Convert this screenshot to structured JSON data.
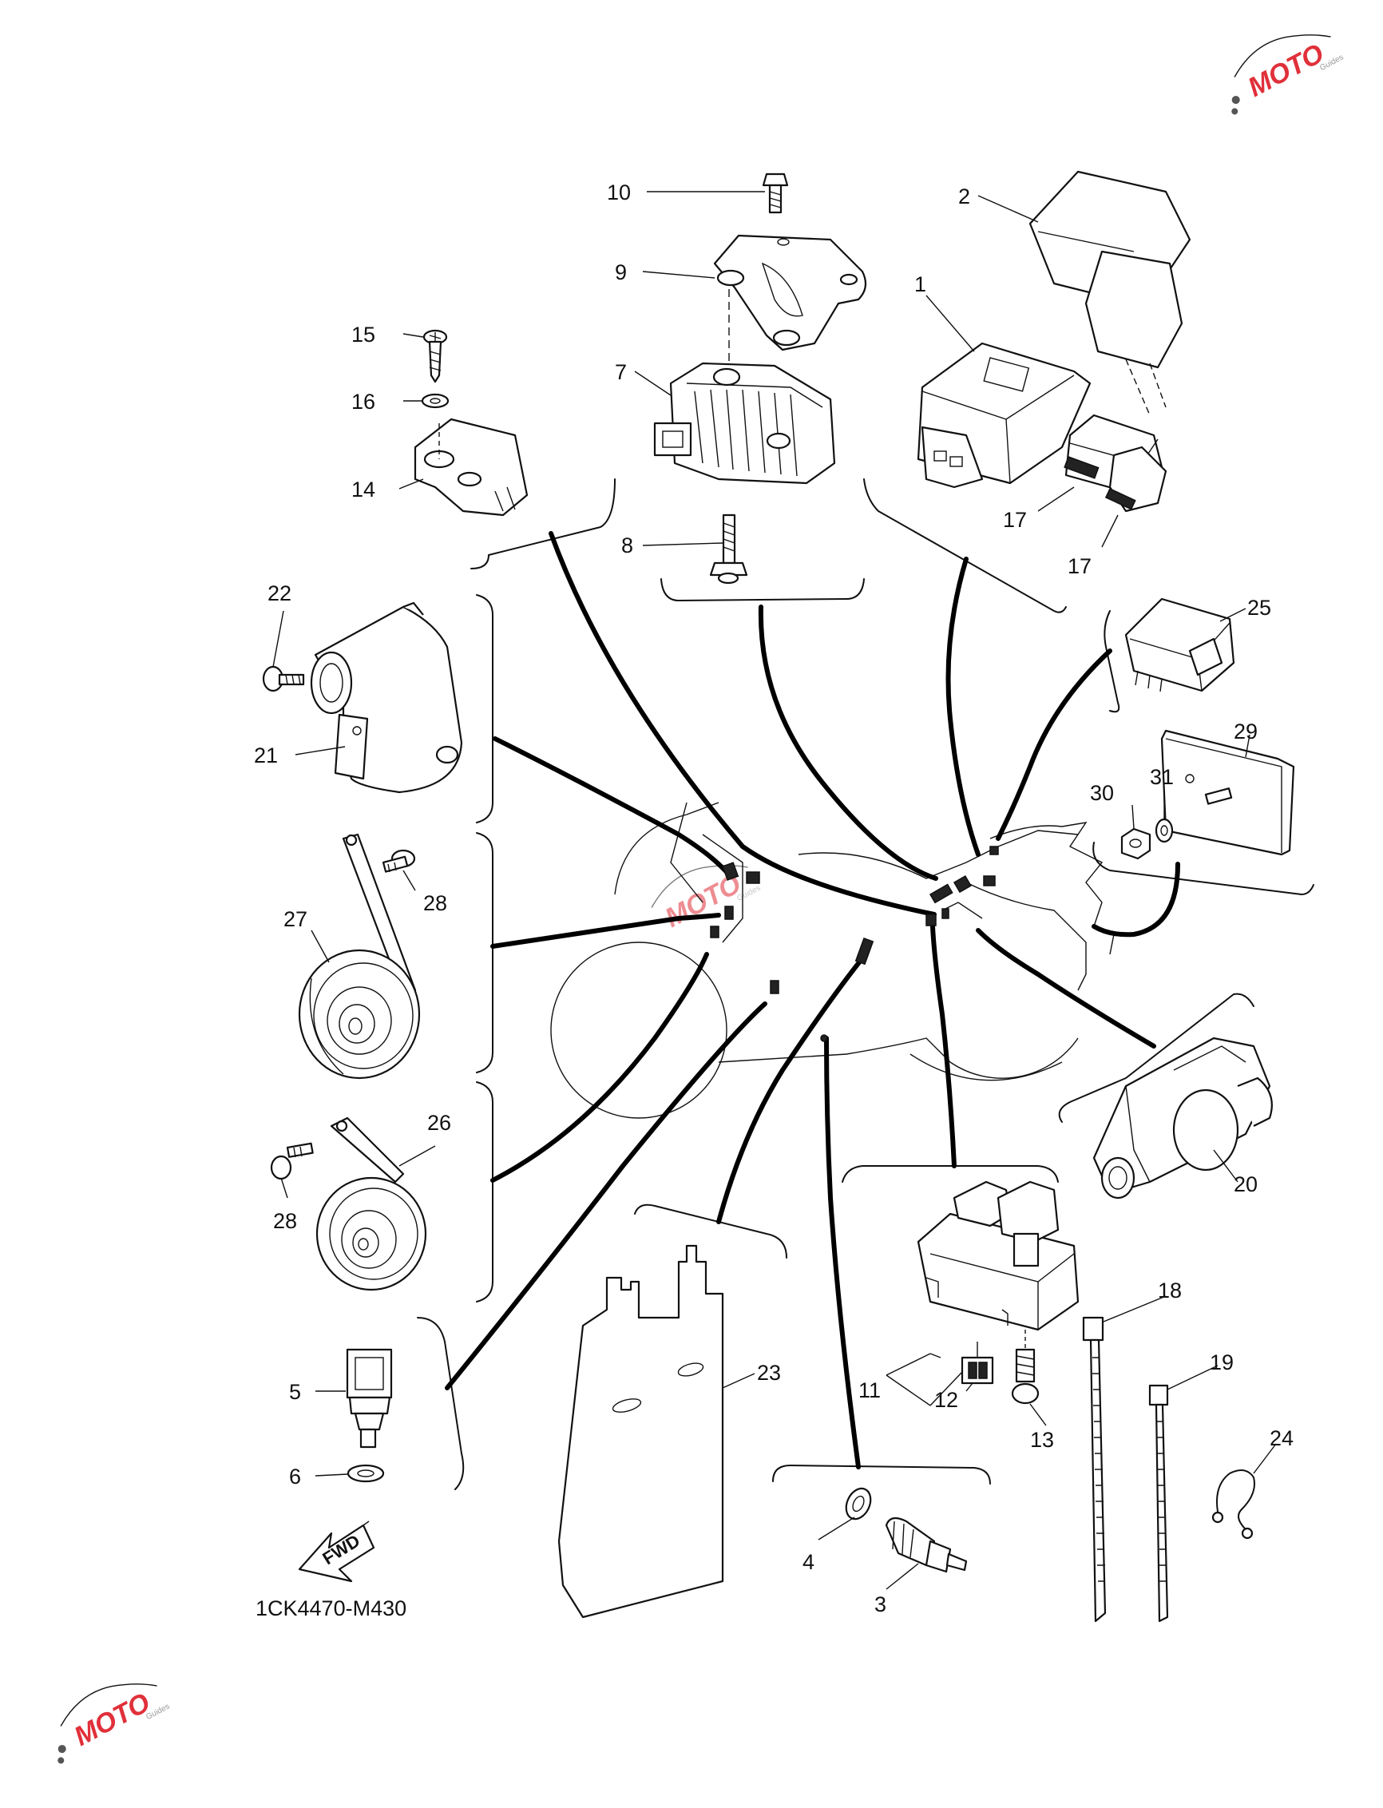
{
  "diagram": {
    "drawing_code": "1CK4470-M430",
    "fwd_label": "FWD",
    "callouts": [
      "1",
      "2",
      "3",
      "4",
      "5",
      "6",
      "7",
      "8",
      "9",
      "10",
      "11",
      "12",
      "13",
      "14",
      "15",
      "16",
      "17",
      "17",
      "18",
      "19",
      "20",
      "21",
      "22",
      "23",
      "24",
      "25",
      "26",
      "27",
      "28",
      "28",
      "29",
      "30",
      "31"
    ]
  },
  "watermark": {
    "brand": "MOTO",
    "tagline": "Guides",
    "accent_color": "#e0303a"
  },
  "colors": {
    "line": "#111111",
    "background": "#ffffff"
  }
}
